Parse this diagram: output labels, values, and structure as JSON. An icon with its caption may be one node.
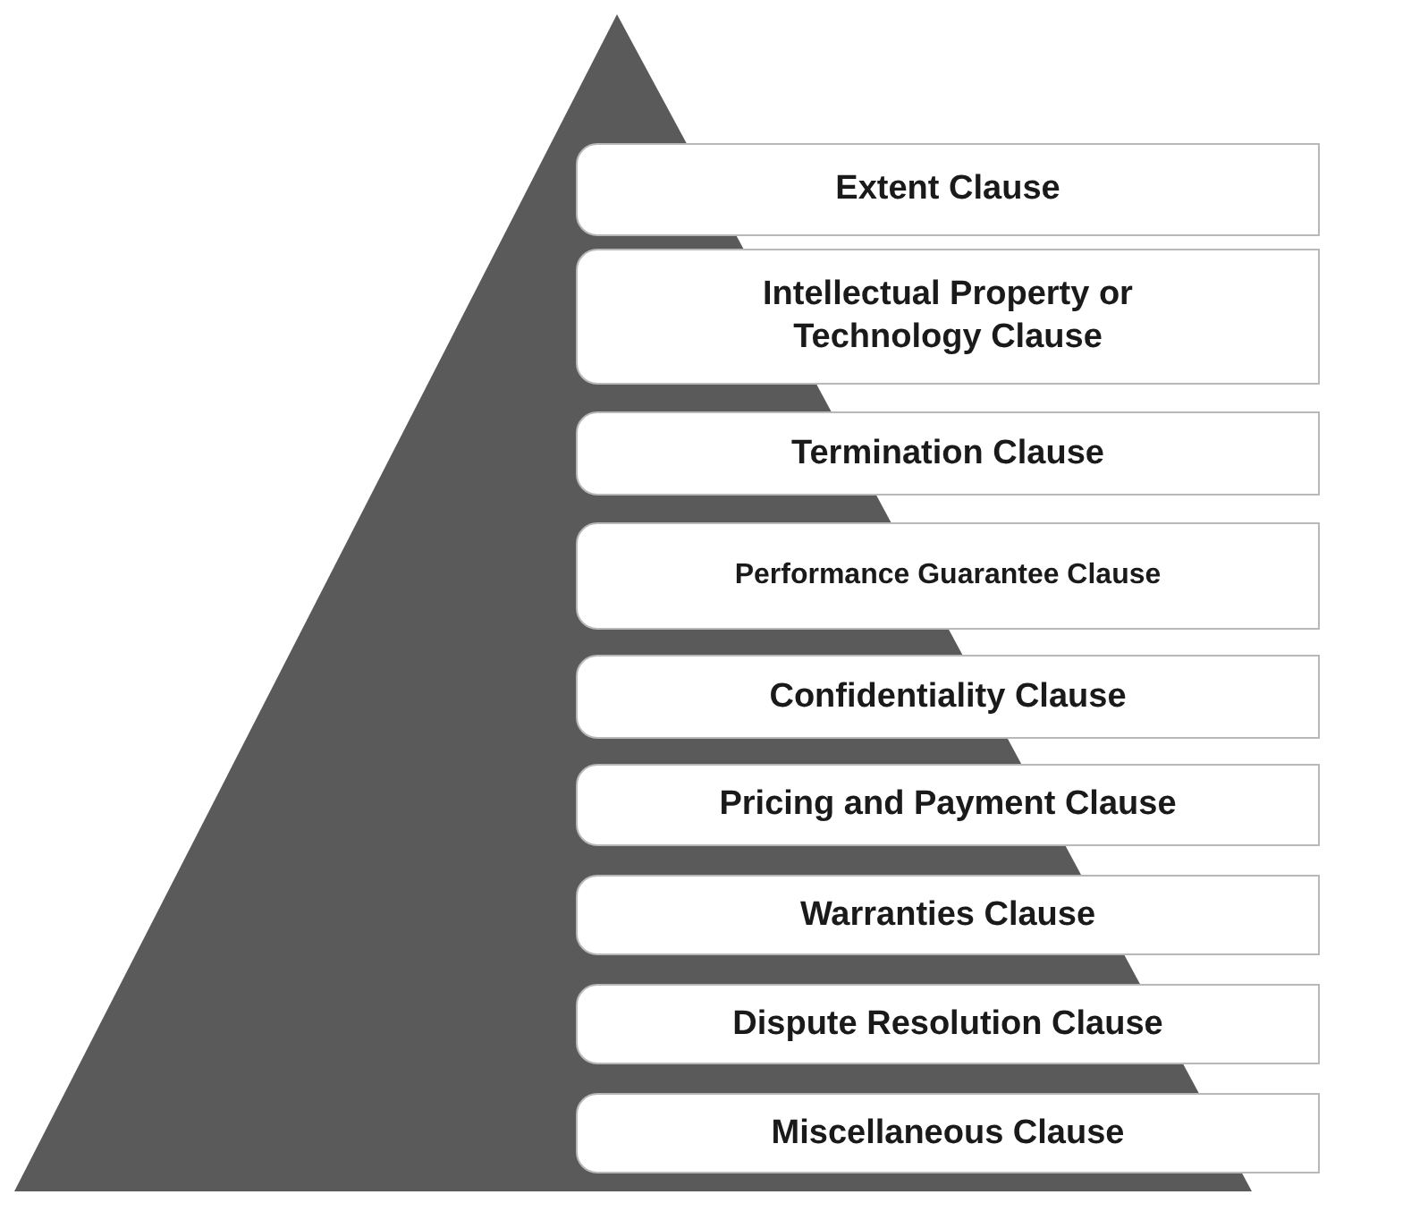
{
  "diagram": {
    "nodes": [
      {
        "text": [
          "Extent Clause"
        ]
      },
      {
        "text": [
          "Intellectual Property or Technology Clause"
        ]
      },
      {
        "text": [
          "Termination Clause"
        ]
      },
      {
        "text": [
          "Performance Guarantee Clause"
        ]
      },
      {
        "text": [
          "Confidentiality Clause"
        ]
      },
      {
        "text": [
          "Pricing and Payment Clause"
        ]
      },
      {
        "text": [
          "Warranties Clause"
        ]
      },
      {
        "text": [
          "Dispute Resolution Clause"
        ]
      },
      {
        "text": [
          "Miscellaneous Clause"
        ]
      }
    ]
  }
}
